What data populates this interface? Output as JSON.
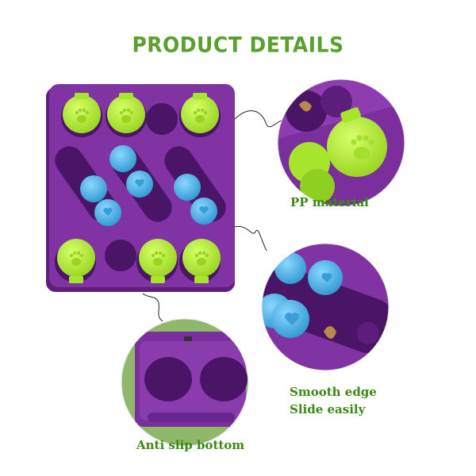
{
  "title": "PRODUCT DETAILS",
  "colors": {
    "title": "#5aa02c",
    "label": "#3b8a14",
    "board": "#7b2f9c",
    "board_dark": "#5a1e78",
    "well": "#4a1566",
    "lime": "#b6ee3a",
    "blue": "#4fb6e6",
    "zoom_bg_green": "#8fb86a"
  },
  "labels": {
    "pp_material": "PP material",
    "smooth_edge": "Smooth edge",
    "slide_easily": "Slide easily",
    "anti_slip": "Anti slip bottom"
  },
  "icons": {
    "lid_symbol": "paw-print-icon",
    "slider_symbol": "heart-icon"
  }
}
